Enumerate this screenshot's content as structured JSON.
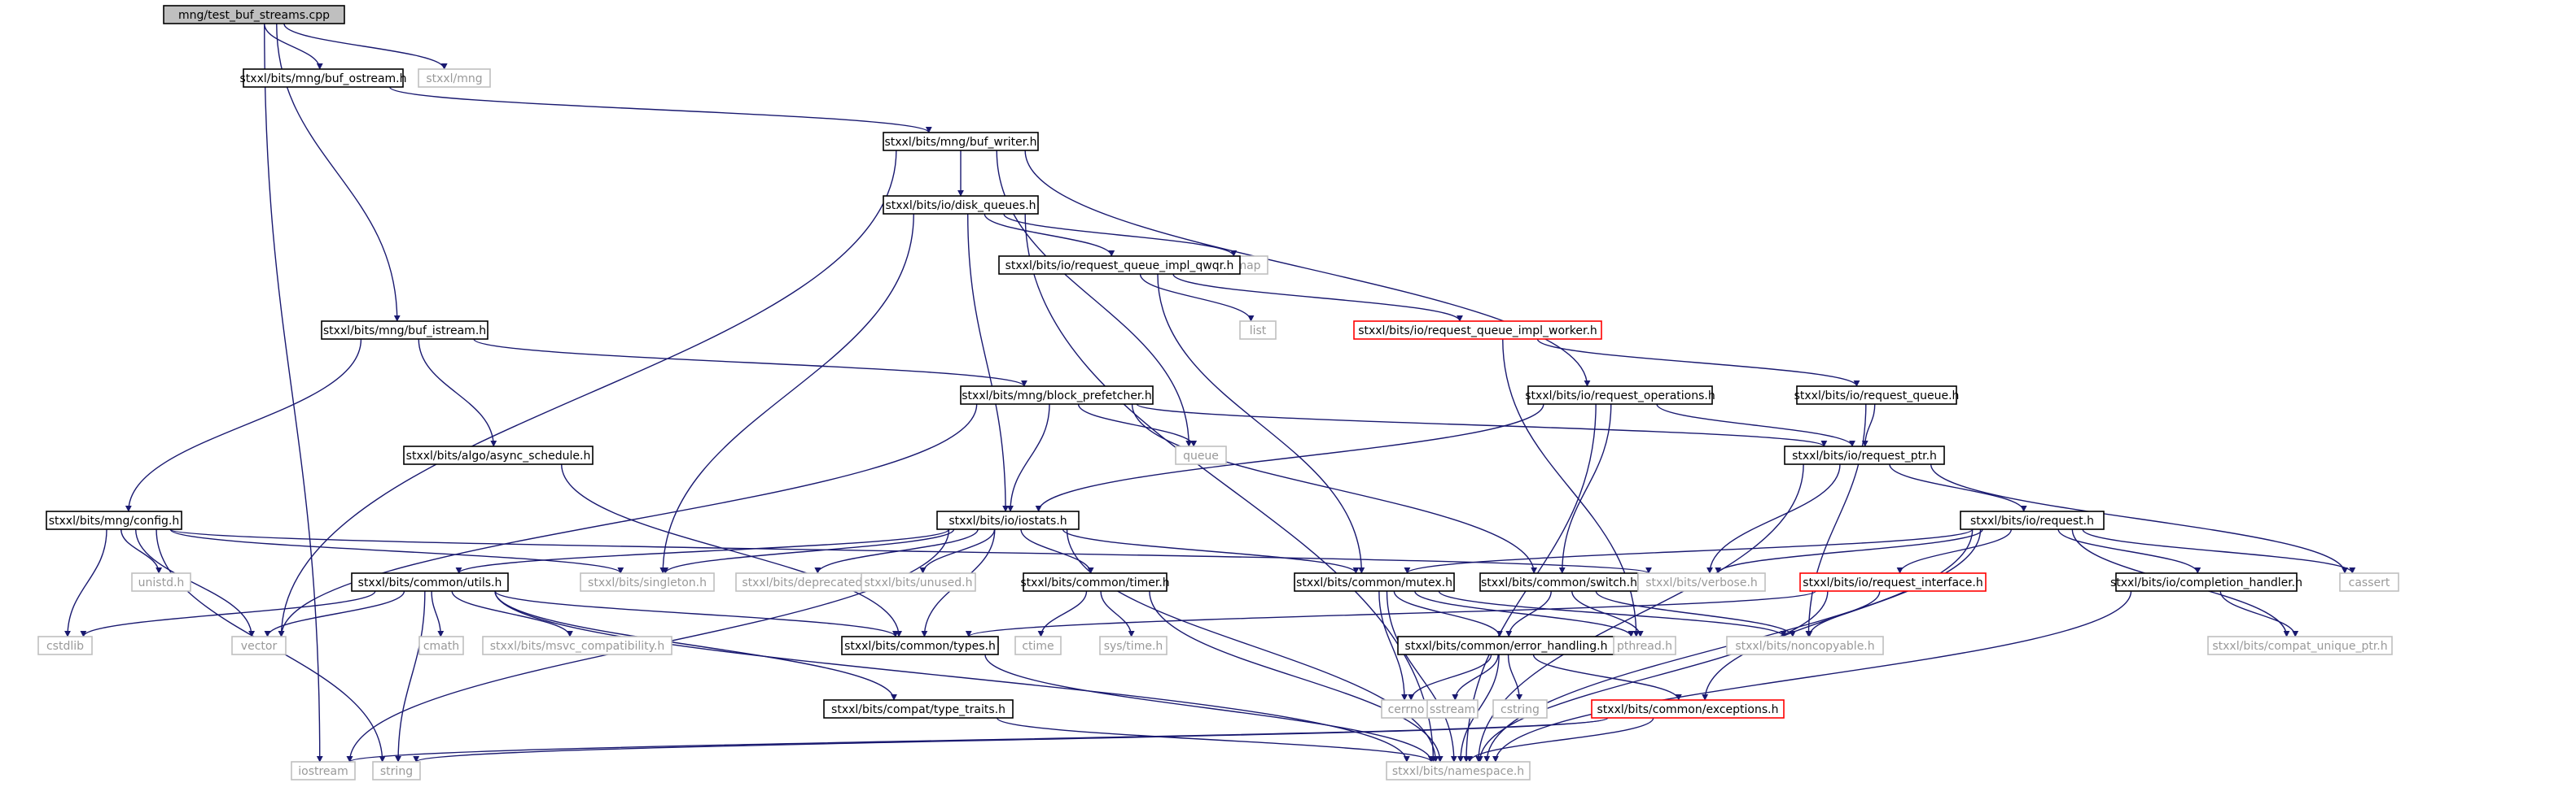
{
  "diagram": {
    "colors": {
      "edge": "#191970",
      "root_fill": "#bfbfbf",
      "doc_border": "#000000",
      "missing_border": "#bfbfbf",
      "missing_text": "#999999",
      "error_border": "#ff0000",
      "text": "#000000"
    },
    "nodes": [
      {
        "id": "root",
        "label": "mng/test_buf_streams.cpp",
        "kind": "root"
      },
      {
        "id": "buf_ostream",
        "label": "stxxl/bits/mng/buf_ostream.h",
        "kind": "doc"
      },
      {
        "id": "stxxl_mng",
        "label": "stxxl/mng",
        "kind": "ext"
      },
      {
        "id": "buf_writer",
        "label": "stxxl/bits/mng/buf_writer.h",
        "kind": "doc"
      },
      {
        "id": "disk_queues",
        "label": "stxxl/bits/io/disk_queues.h",
        "kind": "doc"
      },
      {
        "id": "map",
        "label": "map",
        "kind": "ext"
      },
      {
        "id": "rq_qwqr",
        "label": "stxxl/bits/io/request_queue_impl_qwqr.h",
        "kind": "doc"
      },
      {
        "id": "list",
        "label": "list",
        "kind": "ext"
      },
      {
        "id": "rq_worker",
        "label": "stxxl/bits/io/request_queue_impl_worker.h",
        "kind": "err"
      },
      {
        "id": "buf_istream",
        "label": "stxxl/bits/mng/buf_istream.h",
        "kind": "doc"
      },
      {
        "id": "block_prefetcher",
        "label": "stxxl/bits/mng/block_prefetcher.h",
        "kind": "doc"
      },
      {
        "id": "req_ops",
        "label": "stxxl/bits/io/request_operations.h",
        "kind": "doc"
      },
      {
        "id": "req_queue",
        "label": "stxxl/bits/io/request_queue.h",
        "kind": "doc"
      },
      {
        "id": "async_schedule",
        "label": "stxxl/bits/algo/async_schedule.h",
        "kind": "doc"
      },
      {
        "id": "queue",
        "label": "queue",
        "kind": "ext"
      },
      {
        "id": "req_ptr",
        "label": "stxxl/bits/io/request_ptr.h",
        "kind": "doc"
      },
      {
        "id": "config",
        "label": "stxxl/bits/mng/config.h",
        "kind": "doc"
      },
      {
        "id": "iostats",
        "label": "stxxl/bits/io/iostats.h",
        "kind": "doc"
      },
      {
        "id": "request",
        "label": "stxxl/bits/io/request.h",
        "kind": "doc"
      },
      {
        "id": "unistd",
        "label": "unistd.h",
        "kind": "ext"
      },
      {
        "id": "utils",
        "label": "stxxl/bits/common/utils.h",
        "kind": "doc"
      },
      {
        "id": "singleton",
        "label": "stxxl/bits/singleton.h",
        "kind": "ext"
      },
      {
        "id": "deprecated",
        "label": "stxxl/bits/deprecated.h",
        "kind": "ext"
      },
      {
        "id": "unused",
        "label": "stxxl/bits/unused.h",
        "kind": "ext"
      },
      {
        "id": "timer",
        "label": "stxxl/bits/common/timer.h",
        "kind": "doc"
      },
      {
        "id": "mutex",
        "label": "stxxl/bits/common/mutex.h",
        "kind": "doc"
      },
      {
        "id": "switch",
        "label": "stxxl/bits/common/switch.h",
        "kind": "doc"
      },
      {
        "id": "verbose",
        "label": "stxxl/bits/verbose.h",
        "kind": "ext"
      },
      {
        "id": "req_iface",
        "label": "stxxl/bits/io/request_interface.h",
        "kind": "err"
      },
      {
        "id": "completion",
        "label": "stxxl/bits/io/completion_handler.h",
        "kind": "doc"
      },
      {
        "id": "cassert",
        "label": "cassert",
        "kind": "ext"
      },
      {
        "id": "cstdlib",
        "label": "cstdlib",
        "kind": "ext"
      },
      {
        "id": "vector",
        "label": "vector",
        "kind": "ext"
      },
      {
        "id": "cmath",
        "label": "cmath",
        "kind": "ext"
      },
      {
        "id": "msvc",
        "label": "stxxl/bits/msvc_compatibility.h",
        "kind": "ext"
      },
      {
        "id": "types",
        "label": "stxxl/bits/common/types.h",
        "kind": "doc"
      },
      {
        "id": "ctime",
        "label": "ctime",
        "kind": "ext"
      },
      {
        "id": "systime",
        "label": "sys/time.h",
        "kind": "ext"
      },
      {
        "id": "error_handling",
        "label": "stxxl/bits/common/error_handling.h",
        "kind": "doc"
      },
      {
        "id": "pthread",
        "label": "pthread.h",
        "kind": "ext"
      },
      {
        "id": "noncopyable",
        "label": "stxxl/bits/noncopyable.h",
        "kind": "ext"
      },
      {
        "id": "compat_uptr",
        "label": "stxxl/bits/compat_unique_ptr.h",
        "kind": "ext"
      },
      {
        "id": "type_traits",
        "label": "stxxl/bits/compat/type_traits.h",
        "kind": "doc"
      },
      {
        "id": "cerrno",
        "label": "cerrno",
        "kind": "ext"
      },
      {
        "id": "sstream",
        "label": "sstream",
        "kind": "ext"
      },
      {
        "id": "cstring",
        "label": "cstring",
        "kind": "ext"
      },
      {
        "id": "exceptions",
        "label": "stxxl/bits/common/exceptions.h",
        "kind": "err"
      },
      {
        "id": "iostream",
        "label": "iostream",
        "kind": "ext"
      },
      {
        "id": "string",
        "label": "string",
        "kind": "ext"
      },
      {
        "id": "namespace",
        "label": "stxxl/bits/namespace.h",
        "kind": "ext"
      }
    ],
    "edges": [
      [
        "root",
        "buf_ostream"
      ],
      [
        "root",
        "stxxl_mng"
      ],
      [
        "root",
        "buf_istream"
      ],
      [
        "root",
        "iostream"
      ],
      [
        "buf_ostream",
        "buf_writer"
      ],
      [
        "buf_writer",
        "disk_queues"
      ],
      [
        "buf_writer",
        "req_ops"
      ],
      [
        "buf_writer",
        "vector"
      ],
      [
        "buf_writer",
        "queue"
      ],
      [
        "disk_queues",
        "map"
      ],
      [
        "disk_queues",
        "rq_qwqr"
      ],
      [
        "disk_queues",
        "iostats"
      ],
      [
        "disk_queues",
        "singleton"
      ],
      [
        "disk_queues",
        "namespace"
      ],
      [
        "rq_qwqr",
        "list"
      ],
      [
        "rq_qwqr",
        "rq_worker"
      ],
      [
        "rq_qwqr",
        "mutex"
      ],
      [
        "rq_worker",
        "req_queue"
      ],
      [
        "rq_worker",
        "pthread"
      ],
      [
        "buf_istream",
        "block_prefetcher"
      ],
      [
        "buf_istream",
        "async_schedule"
      ],
      [
        "buf_istream",
        "config"
      ],
      [
        "block_prefetcher",
        "queue"
      ],
      [
        "block_prefetcher",
        "req_ptr"
      ],
      [
        "block_prefetcher",
        "iostats"
      ],
      [
        "block_prefetcher",
        "switch"
      ],
      [
        "block_prefetcher",
        "vector"
      ],
      [
        "req_ops",
        "req_ptr"
      ],
      [
        "req_ops",
        "iostats"
      ],
      [
        "req_ops",
        "switch"
      ],
      [
        "req_ops",
        "namespace"
      ],
      [
        "req_queue",
        "req_ptr"
      ],
      [
        "req_queue",
        "noncopyable"
      ],
      [
        "async_schedule",
        "types"
      ],
      [
        "req_ptr",
        "request"
      ],
      [
        "req_ptr",
        "verbose"
      ],
      [
        "req_ptr",
        "cassert"
      ],
      [
        "req_ptr",
        "namespace"
      ],
      [
        "config",
        "unistd"
      ],
      [
        "config",
        "singleton"
      ],
      [
        "config",
        "verbose"
      ],
      [
        "config",
        "cstdlib"
      ],
      [
        "config",
        "vector"
      ],
      [
        "config",
        "string"
      ],
      [
        "iostats",
        "utils"
      ],
      [
        "iostats",
        "singleton"
      ],
      [
        "iostats",
        "deprecated"
      ],
      [
        "iostats",
        "unused"
      ],
      [
        "iostats",
        "timer"
      ],
      [
        "iostats",
        "mutex"
      ],
      [
        "iostats",
        "types"
      ],
      [
        "iostats",
        "iostream"
      ],
      [
        "iostats",
        "namespace"
      ],
      [
        "request",
        "mutex"
      ],
      [
        "request",
        "verbose"
      ],
      [
        "request",
        "req_iface"
      ],
      [
        "request",
        "completion"
      ],
      [
        "request",
        "cassert"
      ],
      [
        "request",
        "compat_uptr"
      ],
      [
        "request",
        "exceptions"
      ],
      [
        "request",
        "namespace"
      ],
      [
        "utils",
        "cstdlib"
      ],
      [
        "utils",
        "vector"
      ],
      [
        "utils",
        "cmath"
      ],
      [
        "utils",
        "msvc"
      ],
      [
        "utils",
        "types"
      ],
      [
        "utils",
        "type_traits"
      ],
      [
        "utils",
        "string"
      ],
      [
        "utils",
        "namespace"
      ],
      [
        "timer",
        "ctime"
      ],
      [
        "timer",
        "systime"
      ],
      [
        "timer",
        "namespace"
      ],
      [
        "mutex",
        "error_handling"
      ],
      [
        "mutex",
        "pthread"
      ],
      [
        "mutex",
        "noncopyable"
      ],
      [
        "mutex",
        "cerrno"
      ],
      [
        "mutex",
        "namespace"
      ],
      [
        "switch",
        "error_handling"
      ],
      [
        "switch",
        "pthread"
      ],
      [
        "switch",
        "noncopyable"
      ],
      [
        "req_iface",
        "types"
      ],
      [
        "req_iface",
        "noncopyable"
      ],
      [
        "req_iface",
        "namespace"
      ],
      [
        "completion",
        "compat_uptr"
      ],
      [
        "completion",
        "namespace"
      ],
      [
        "types",
        "namespace"
      ],
      [
        "type_traits",
        "namespace"
      ],
      [
        "error_handling",
        "cerrno"
      ],
      [
        "error_handling",
        "sstream"
      ],
      [
        "error_handling",
        "cstring"
      ],
      [
        "error_handling",
        "exceptions"
      ],
      [
        "error_handling",
        "namespace"
      ],
      [
        "exceptions",
        "iostream"
      ],
      [
        "exceptions",
        "string"
      ],
      [
        "exceptions",
        "namespace"
      ]
    ]
  }
}
